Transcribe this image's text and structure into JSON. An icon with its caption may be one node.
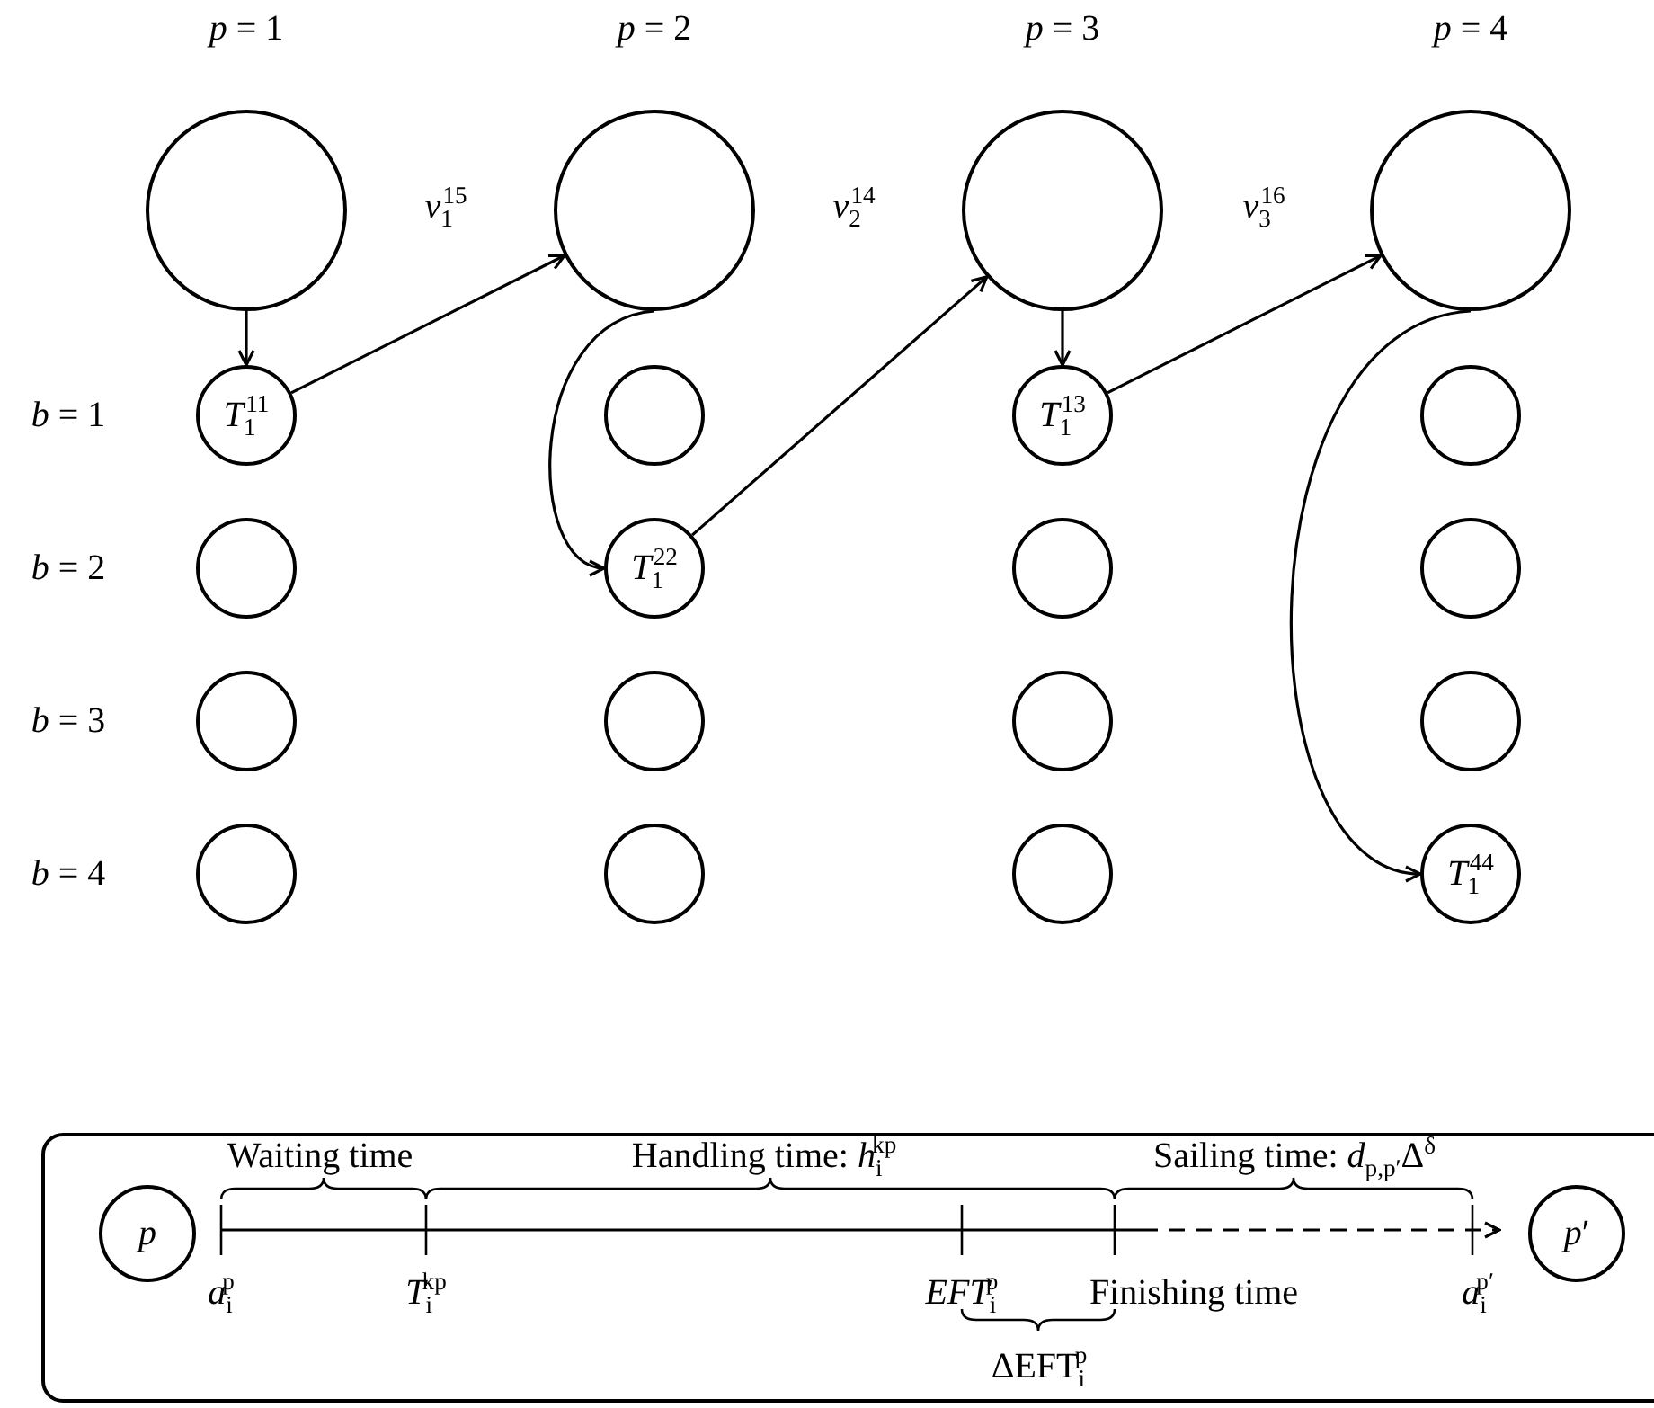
{
  "diagram": {
    "nodes": [
      {
        "text": [],
        "shape": "circle"
      },
      {
        "text": [],
        "shape": "circle"
      },
      {
        "text": [],
        "shape": "circle"
      },
      {
        "text": [],
        "shape": "circle"
      },
      {
        "text": [
          "*T*$_{1}$$^{11}$"
        ]
      },
      {
        "text": [],
        "shape": "circle"
      },
      {
        "text": [
          "*T*$_{1}$$^{13}$"
        ]
      },
      {
        "text": [],
        "shape": "circle"
      },
      {
        "text": [],
        "shape": "circle"
      },
      {
        "text": [
          "*T*$_{1}$$^{22}$"
        ]
      },
      {
        "text": [],
        "shape": "circle"
      },
      {
        "text": [],
        "shape": "circle"
      },
      {
        "text": [],
        "shape": "circle"
      },
      {
        "text": [],
        "shape": "circle"
      },
      {
        "text": [],
        "shape": "circle"
      },
      {
        "text": [],
        "shape": "circle"
      },
      {
        "text": [],
        "shape": "circle"
      },
      {
        "text": [],
        "shape": "circle"
      },
      {
        "text": [],
        "shape": "circle"
      },
      {
        "text": [
          "*T*$_{1}$$^{44}$"
        ]
      },
      {
        "text": [],
        "shape": "box"
      },
      {
        "text": [
          "*p*"
        ],
        "in": 20
      },
      {
        "text": [
          "*p*′"
        ],
        "in": 20
      }
    ],
    "edges": [
      {
        "from": 0,
        "to": 4,
        "arrow": "to"
      },
      {
        "from": 4,
        "to": 1,
        "arrow": "to",
        "label": "*v*$_{1}$$^{15}$"
      },
      {
        "from": 1,
        "to": 9,
        "arrow": "to"
      },
      {
        "from": 9,
        "to": 2,
        "arrow": "to",
        "label": "*v*$_{2}$$^{14}$"
      },
      {
        "from": 2,
        "to": 6,
        "arrow": "to"
      },
      {
        "from": 6,
        "to": 3,
        "arrow": "to",
        "label": "*v*$_{3}$$^{16}$"
      },
      {
        "from": 3,
        "to": 19,
        "arrow": "to"
      }
    ],
    "labels": [
      "*p* = 1",
      "*p* = 2",
      "*p* = 3",
      "*p* = 4",
      "*b* = 1",
      "*b* = 2",
      "*b* = 3",
      "*b* = 4",
      "Waiting time",
      "Handling time: *h*$_{i}$$^{kp}$",
      "Sailing time: *d*$_{p,p′}$Δ$^{δ}$",
      "*a*$_{i}$$^{p}$",
      "*T*$_{i}$$^{kp}$",
      "*EFT*$_{i}$$^{p}$",
      "Finishing time",
      "*a*$_{i}$$^{p′}$",
      "ΔEFT$_{i}$$^{p}$"
    ]
  }
}
